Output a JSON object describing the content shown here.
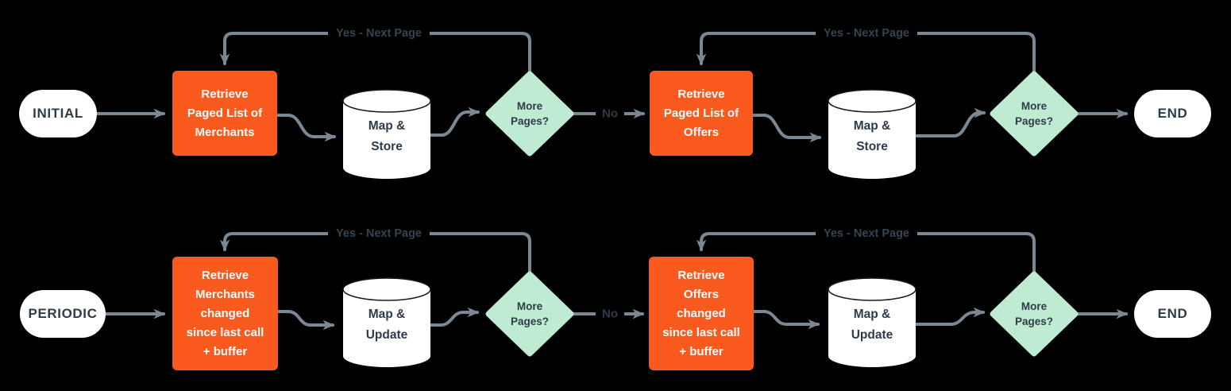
{
  "colors": {
    "background": "#000000",
    "process_fill": "#FA5A1E",
    "decision_fill": "#BFEBD3",
    "terminal_fill": "#FFFFFF",
    "connector": "#7B8894",
    "text_dark": "#2F3B49",
    "text_light": "#FFFFFF"
  },
  "rows": {
    "initial": {
      "start": "INITIAL",
      "retrieve_merchants": "Retrieve\nPaged List of\nMerchants",
      "map_store_1": "Map &\nStore",
      "more_pages_1": "More\nPages?",
      "loop_1": "Yes - Next Page",
      "no_1": "No",
      "retrieve_offers": "Retrieve\nPaged List of\nOffers",
      "map_store_2": "Map &\nStore",
      "more_pages_2": "More\nPages?",
      "loop_2": "Yes - Next Page",
      "end": "END"
    },
    "periodic": {
      "start": "PERIODIC",
      "retrieve_merchants": "Retrieve\nMerchants\nchanged\nsince last call\n+ buffer",
      "map_update_1": "Map &\nUpdate",
      "more_pages_1": "More\nPages?",
      "loop_1": "Yes - Next Page",
      "no_1": "No",
      "retrieve_offers": "Retrieve\nOffers\nchanged\nsince last call\n+ buffer",
      "map_update_2": "Map &\nUpdate",
      "more_pages_2": "More\nPages?",
      "loop_2": "Yes - Next Page",
      "end": "END"
    }
  }
}
